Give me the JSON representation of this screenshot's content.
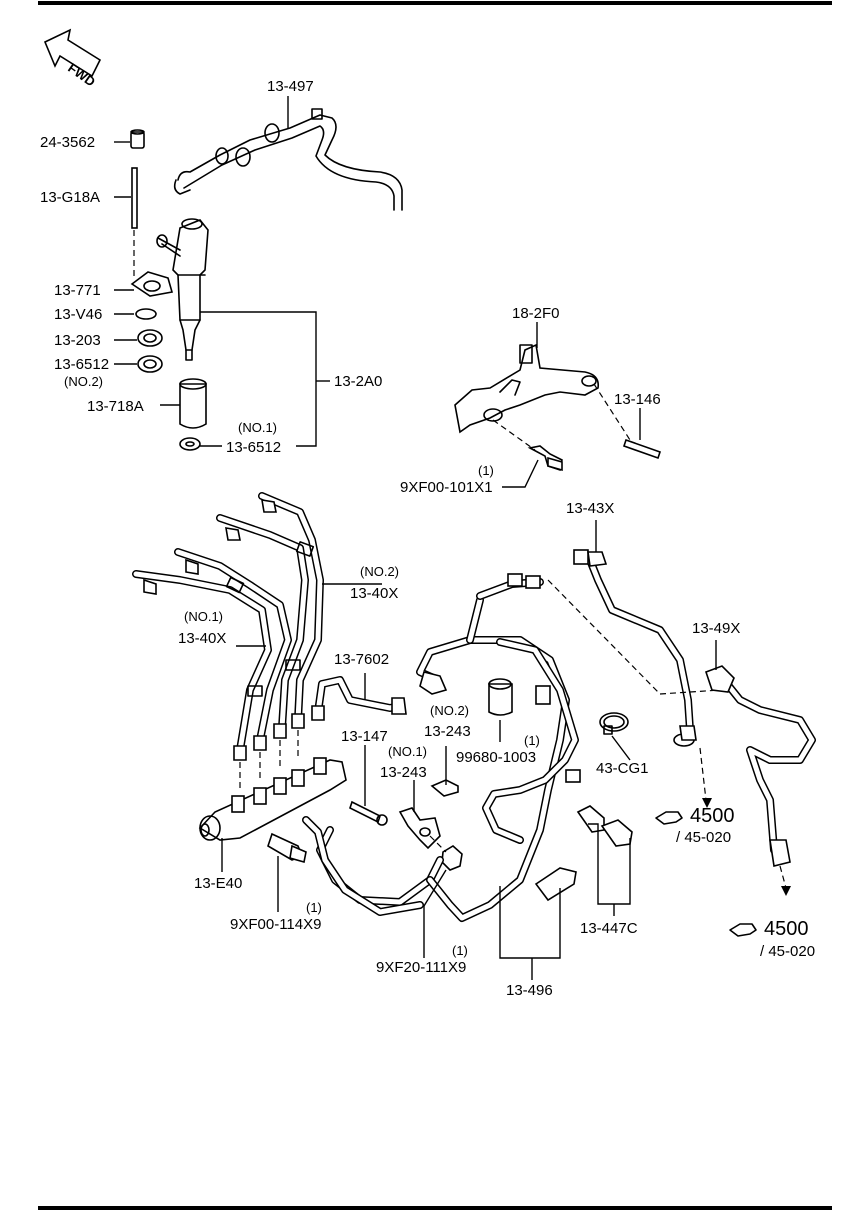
{
  "diagram": {
    "direction_marker": "FWD",
    "labels": {
      "p13_497": "13-497",
      "p24_3562": "24-3562",
      "p13_g18a": "13-G18A",
      "p13_771": "13-771",
      "p13_v46": "13-V46",
      "p13_203": "13-203",
      "p13_6512_no2": "13-6512",
      "no2_a": "(NO.2)",
      "p13_718a": "13-718A",
      "no1_a": "(NO.1)",
      "p13_6512_no1": "13-6512",
      "p13_2a0": "13-2A0",
      "p18_2f0": "18-2F0",
      "p13_146": "13-146",
      "qty_a": "(1)",
      "p9xf00_101x1": "9XF00-101X1",
      "p13_43x": "13-43X",
      "no2_b": "(NO.2)",
      "p13_40x_no2": "13-40X",
      "no1_b": "(NO.1)",
      "p13_40x_no1": "13-40X",
      "p13_7602": "13-7602",
      "p13_49x": "13-49X",
      "no2_c": "(NO.2)",
      "p13_243_no2": "13-243",
      "p13_147": "13-147",
      "qty_b": "(1)",
      "p99680_1003": "99680-1003",
      "no1_c": "(NO.1)",
      "p13_243_no1": "13-243",
      "p43_cg1": "43-CG1",
      "ref_4500_a": "4500",
      "ref_45020_a": "/ 45-020",
      "p13_e40": "13-E40",
      "qty_c": "(1)",
      "p9xf00_114x9": "9XF00-114X9",
      "p13_447c": "13-447C",
      "ref_4500_b": "4500",
      "ref_45020_b": "/ 45-020",
      "qty_d": "(1)",
      "p9xf20_111x9": "9XF20-111X9",
      "p13_496": "13-496"
    }
  }
}
